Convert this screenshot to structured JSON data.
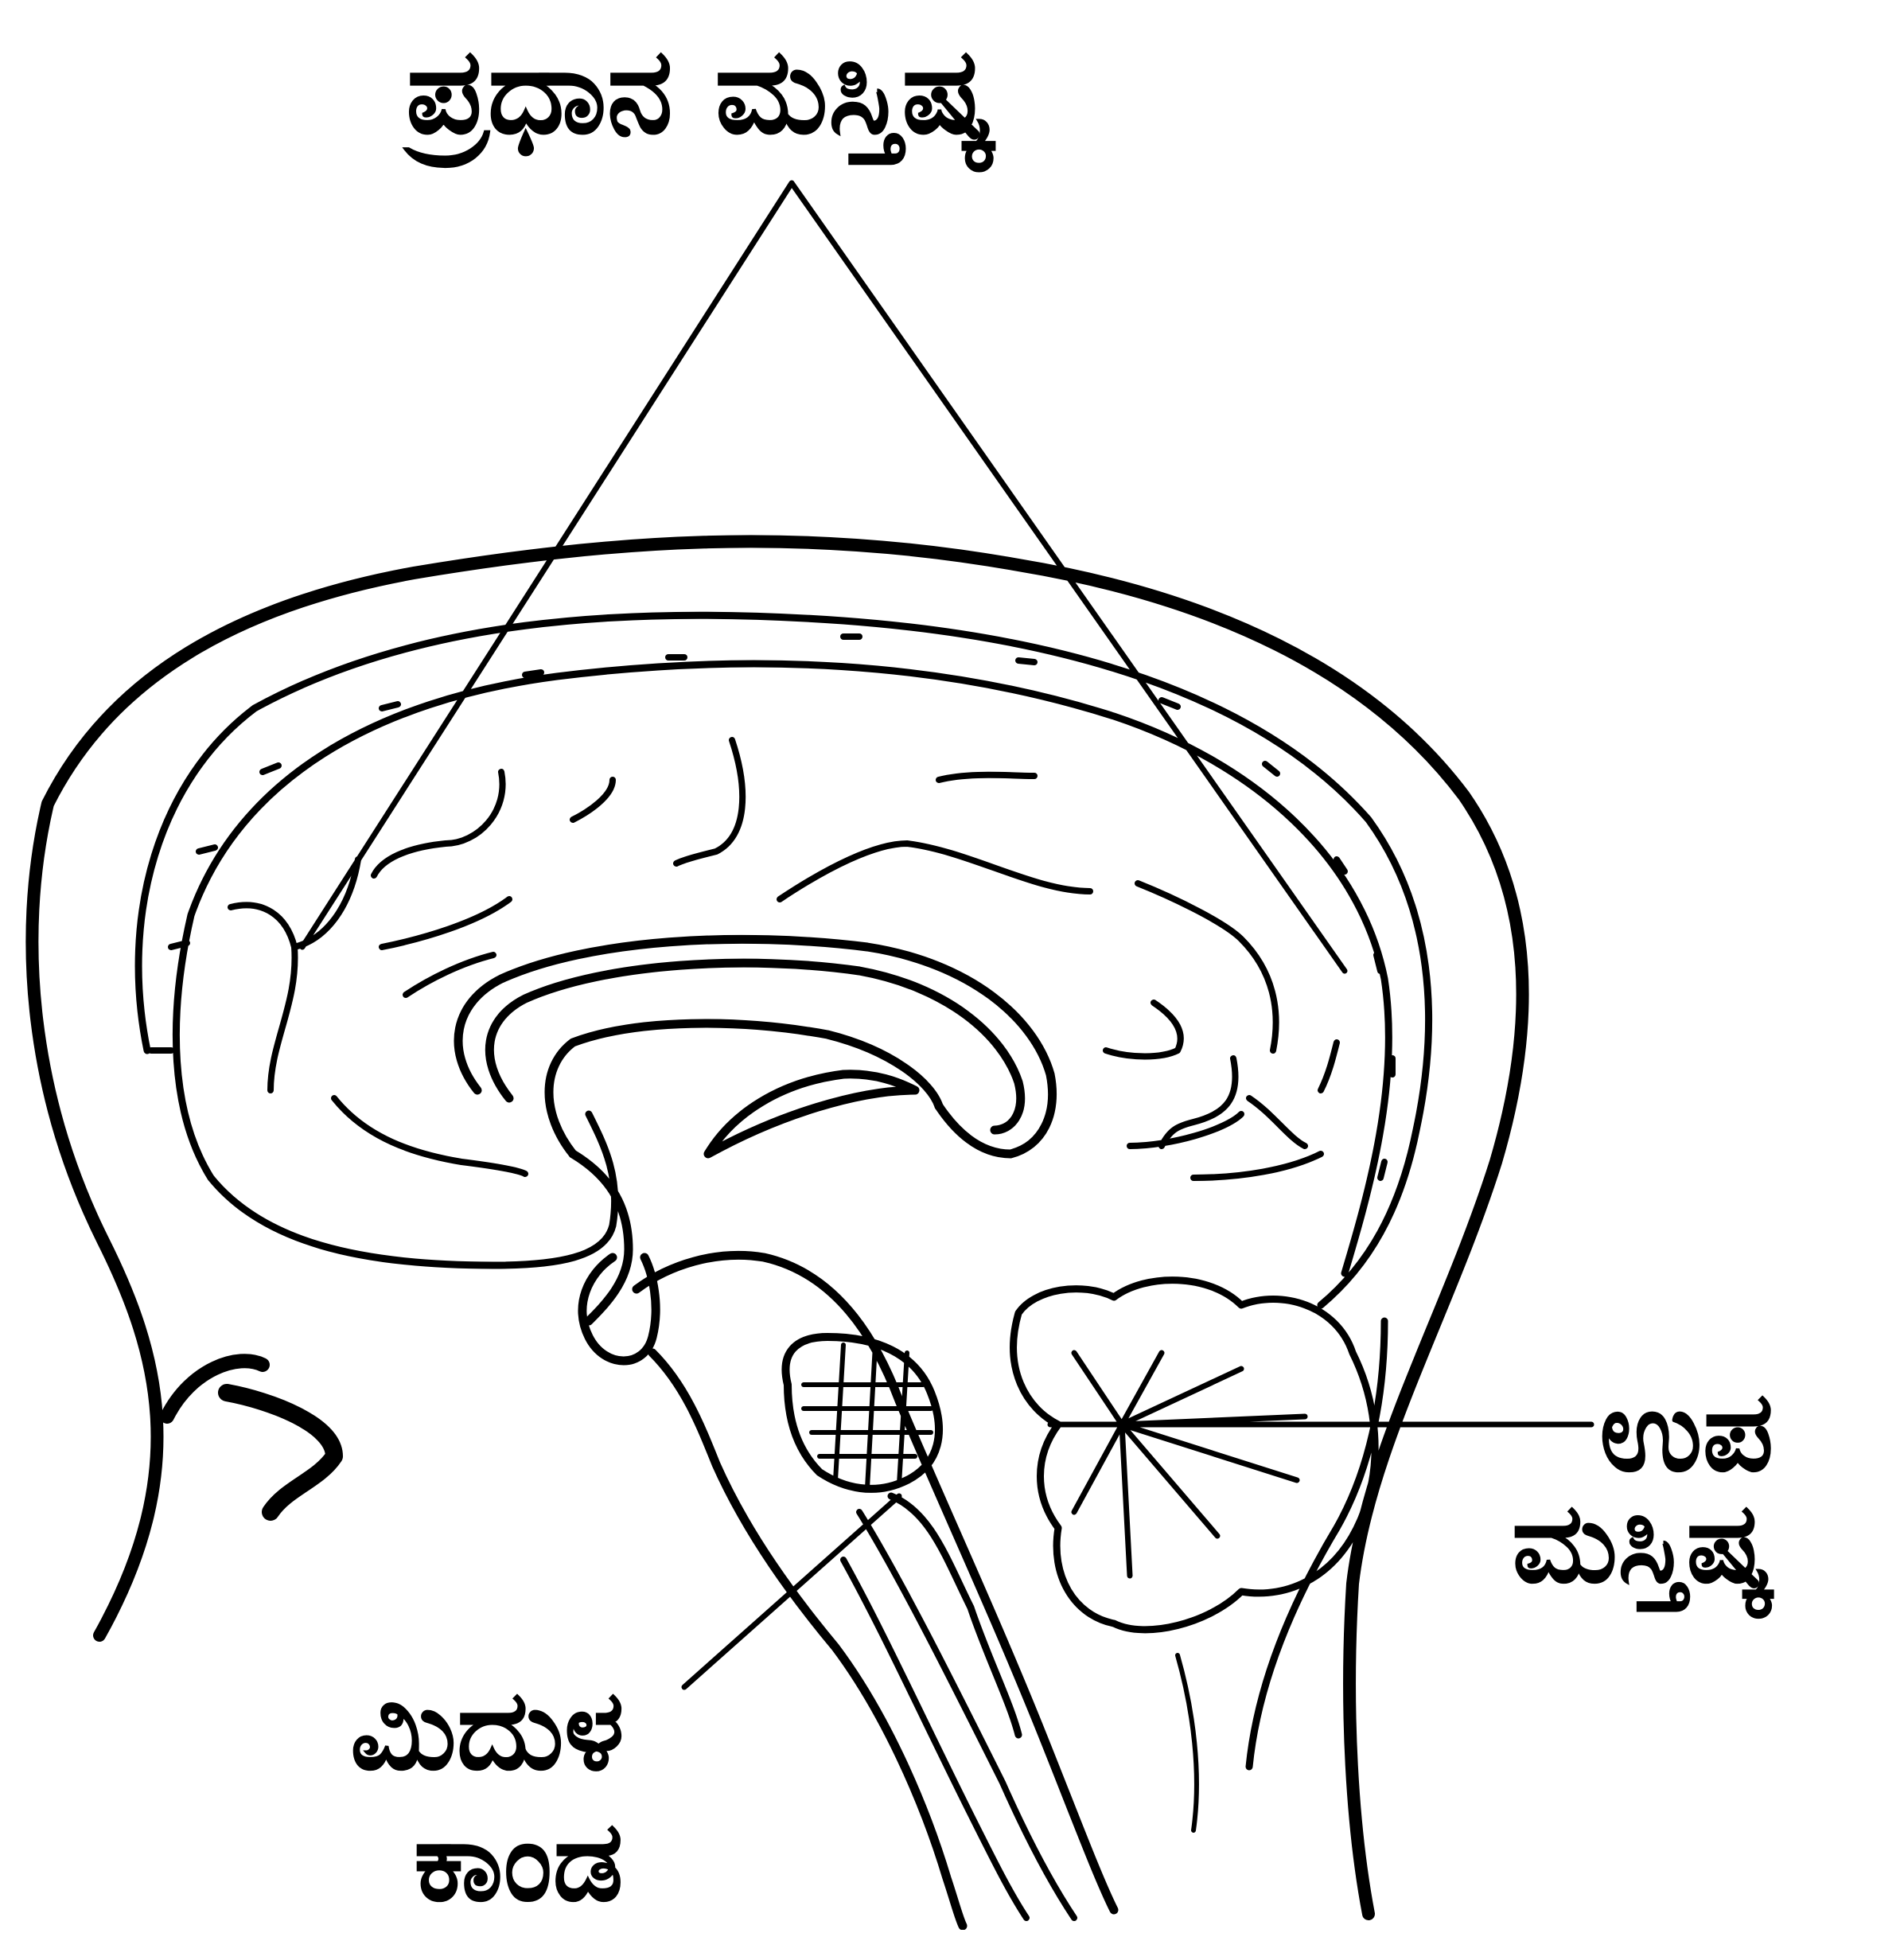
{
  "figure": {
    "labels": {
      "cerebrum": "ಪ್ರಧಾನ ಮಸ್ತಿಷ್ಕ",
      "cerebellum_line1": "ಉಪ",
      "cerebellum_line2": "ಮಸ್ತಿಷ್ಕ",
      "medulla_line1": "ಮಿದುಳ",
      "medulla_line2": "ಕಾಂಡ"
    },
    "colors": {
      "ink": "#000000",
      "paper": "#ffffff"
    }
  }
}
